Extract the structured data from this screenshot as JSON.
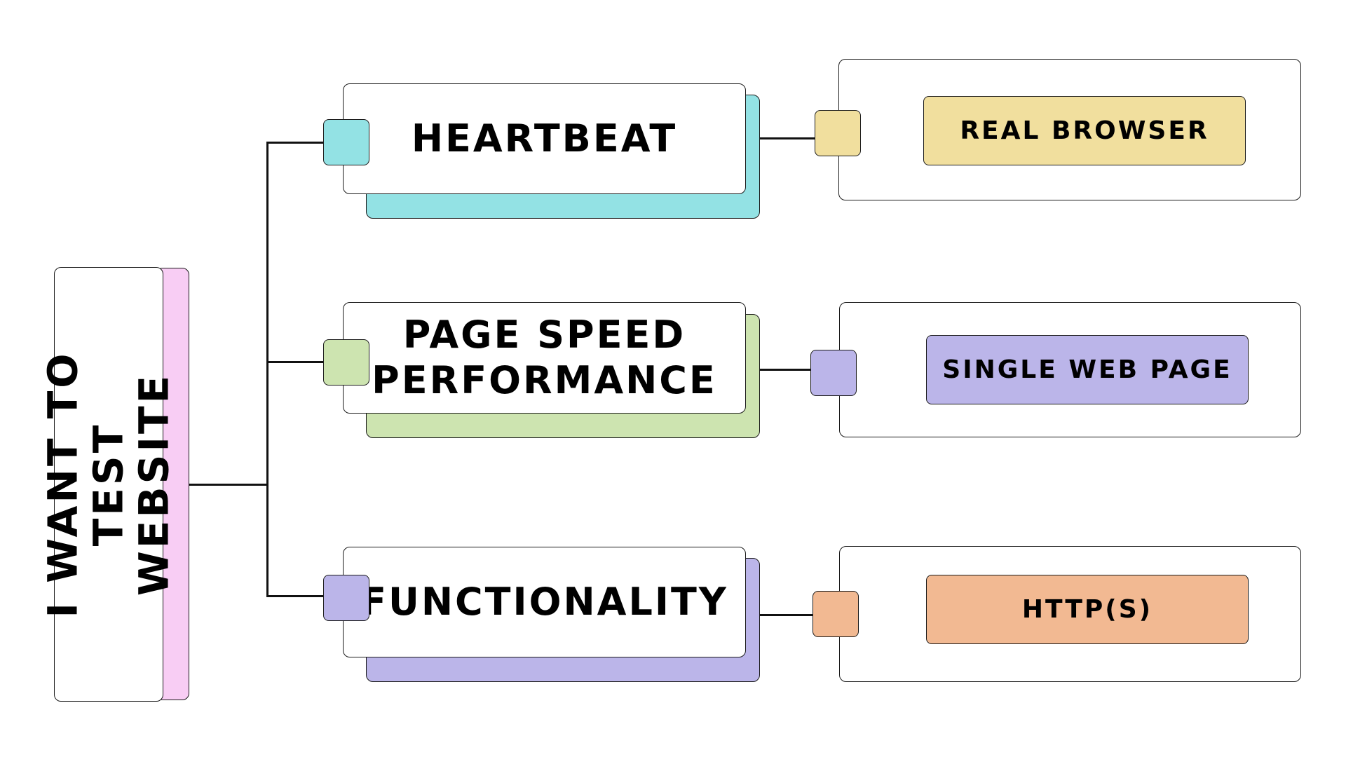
{
  "root": {
    "label_line1": "I WANT TO TEST",
    "label_line2": "WEBSITE"
  },
  "branches": [
    {
      "label": "HEARTBEAT",
      "color": "#93E2E4",
      "option": "REAL BROWSER",
      "option_color": "#F1DF9E"
    },
    {
      "label_line1": "PAGE SPEED",
      "label_line2": "PERFORMANCE",
      "color": "#CDE4B0",
      "option": "SINGLE WEB PAGE",
      "option_color": "#BBB5E9"
    },
    {
      "label": "FUNCTIONALITY",
      "color": "#BBB5E9",
      "option": "HTTP(S)",
      "option_color": "#F2B992"
    }
  ],
  "colors": {
    "root_accent": "#F8CDF4",
    "outline": "#1a1a1a",
    "background": "#ffffff"
  }
}
